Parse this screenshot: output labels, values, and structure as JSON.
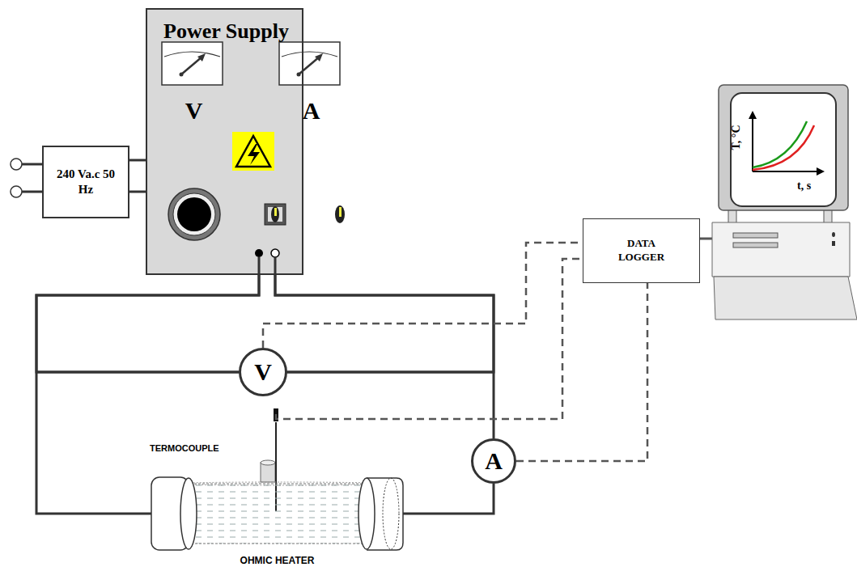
{
  "diagram": {
    "nodes": [
      {
        "text": [
          "Power Supply",
          "V",
          "A"
        ]
      },
      {
        "text": [
          "240 Va.c 50 Hz"
        ]
      },
      {
        "text": [
          "V"
        ]
      },
      {
        "text": [
          "A"
        ]
      },
      {
        "text": [
          "DATA LOGGER"
        ]
      },
      {
        "text": [
          "OHMIC HEATER"
        ]
      }
    ],
    "edges": [
      {
        "from": 1,
        "to": 0,
        "arrow": "none"
      },
      {
        "from": 1,
        "to": 0,
        "arrow": "none"
      },
      {
        "from": 0,
        "to": 2,
        "arrow": "none"
      },
      {
        "from": 0,
        "to": 5,
        "arrow": "none"
      },
      {
        "from": 0,
        "to": 2,
        "arrow": "none"
      },
      {
        "from": 0,
        "to": 3,
        "arrow": "none"
      },
      {
        "from": 3,
        "to": 5,
        "arrow": "none"
      },
      {
        "from": 2,
        "to": 4,
        "arrow": "none"
      },
      {
        "from": 3,
        "to": 4,
        "arrow": "none"
      }
    ],
    "labels": [
      "TERMOCOUPLE",
      "T, °C",
      "t, s"
    ]
  }
}
